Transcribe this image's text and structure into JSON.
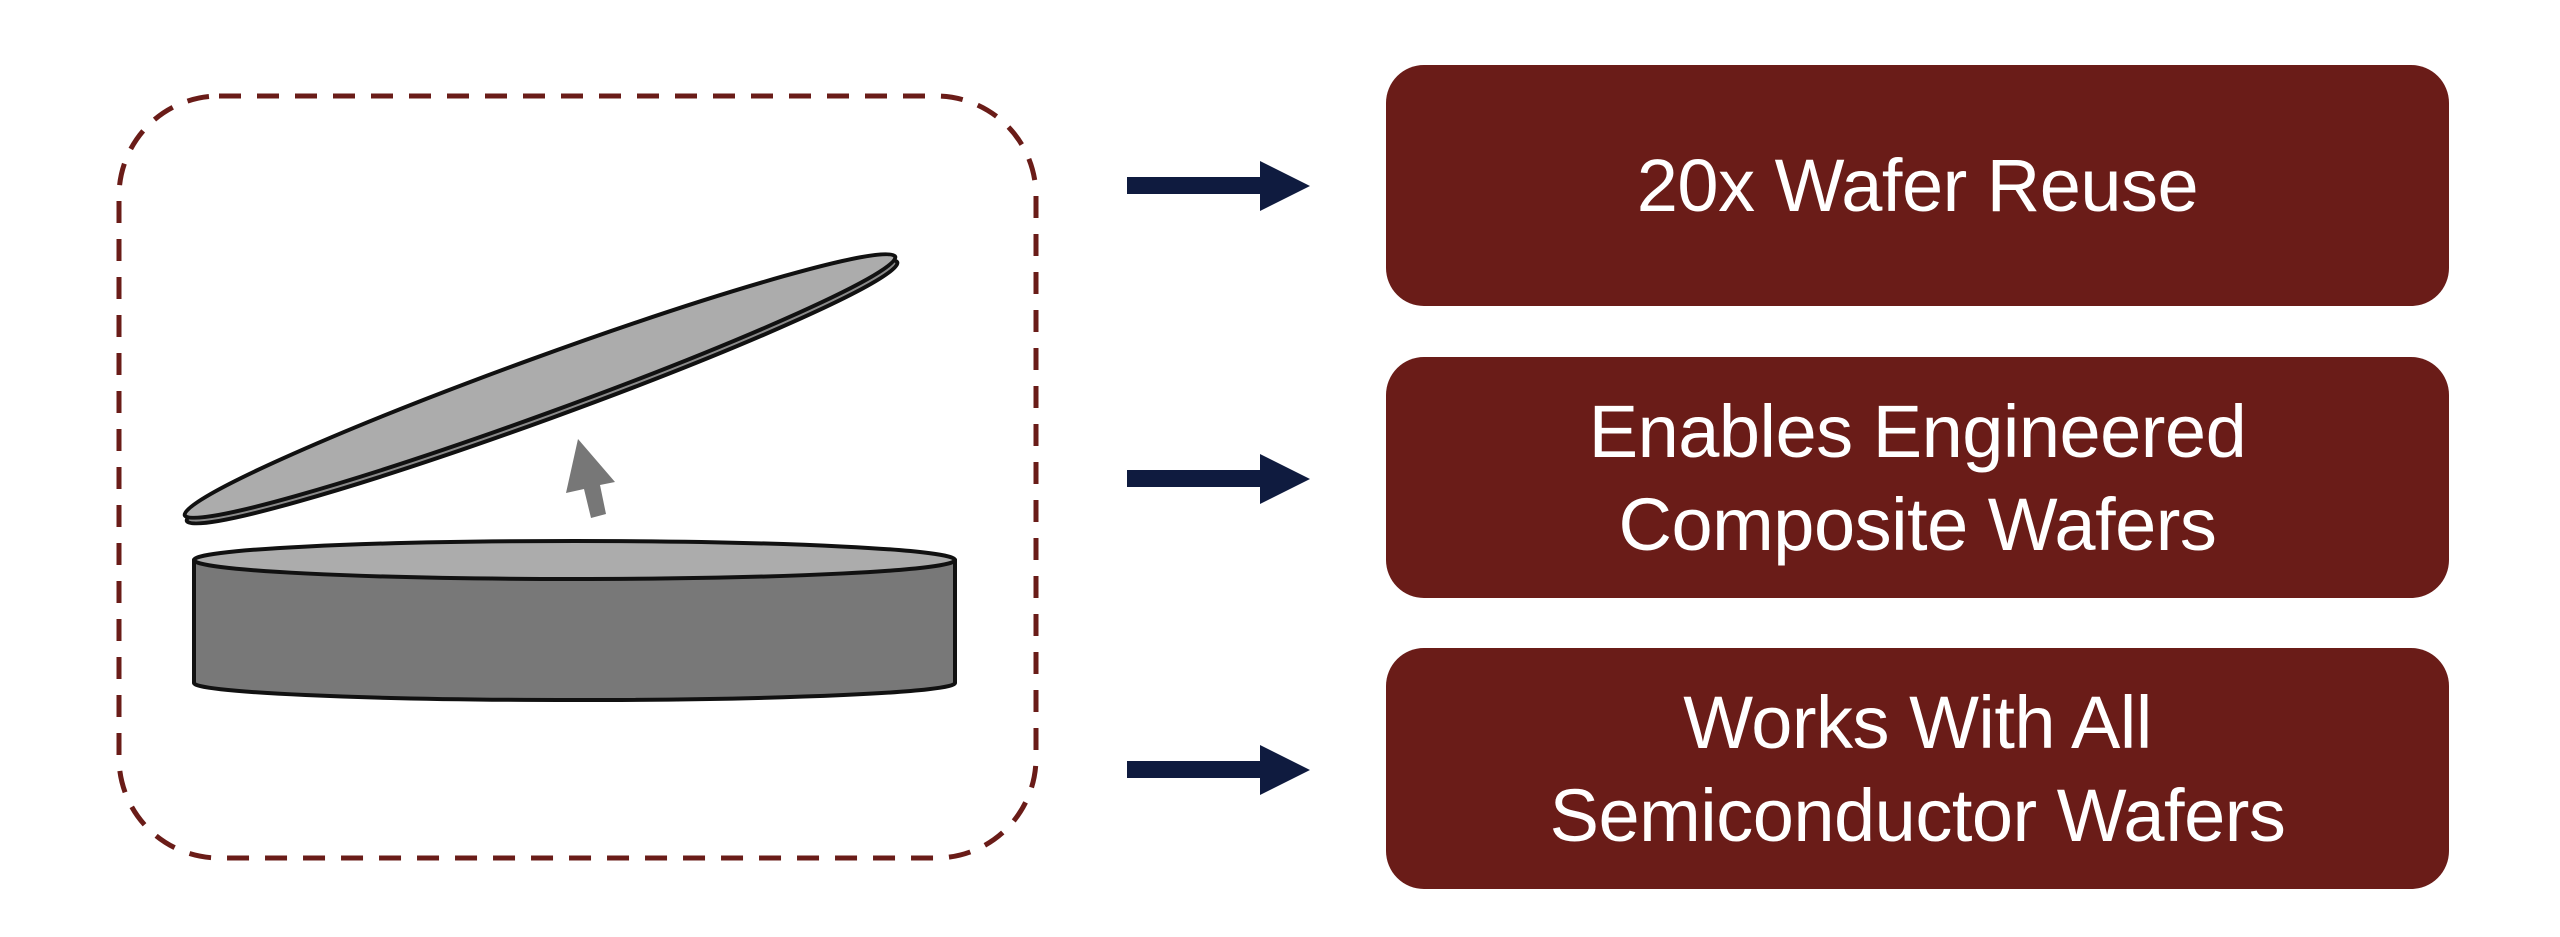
{
  "diagram": {
    "description": "Wafer layer split and reuse illustration with three benefit callouts",
    "colors": {
      "frame_dash": "#6a1c18",
      "box_fill": "#6a1c18",
      "box_text": "#ffffff",
      "arrow": "#0f1b3f",
      "wafer_top": "#acacac",
      "wafer_side": "#787878",
      "lift_arrow": "#777777",
      "outline": "#111111"
    },
    "illustration": {
      "label": "wafer-split-illustration",
      "parts": [
        "lifted-thin-layer",
        "lift-arrow",
        "donor-wafer"
      ]
    },
    "benefits": [
      {
        "lines": [
          "20x Wafer Reuse"
        ]
      },
      {
        "lines": [
          "Enables Engineered",
          "Composite Wafers"
        ]
      },
      {
        "lines": [
          "Works With All",
          "Semiconductor Wafers"
        ]
      }
    ]
  }
}
